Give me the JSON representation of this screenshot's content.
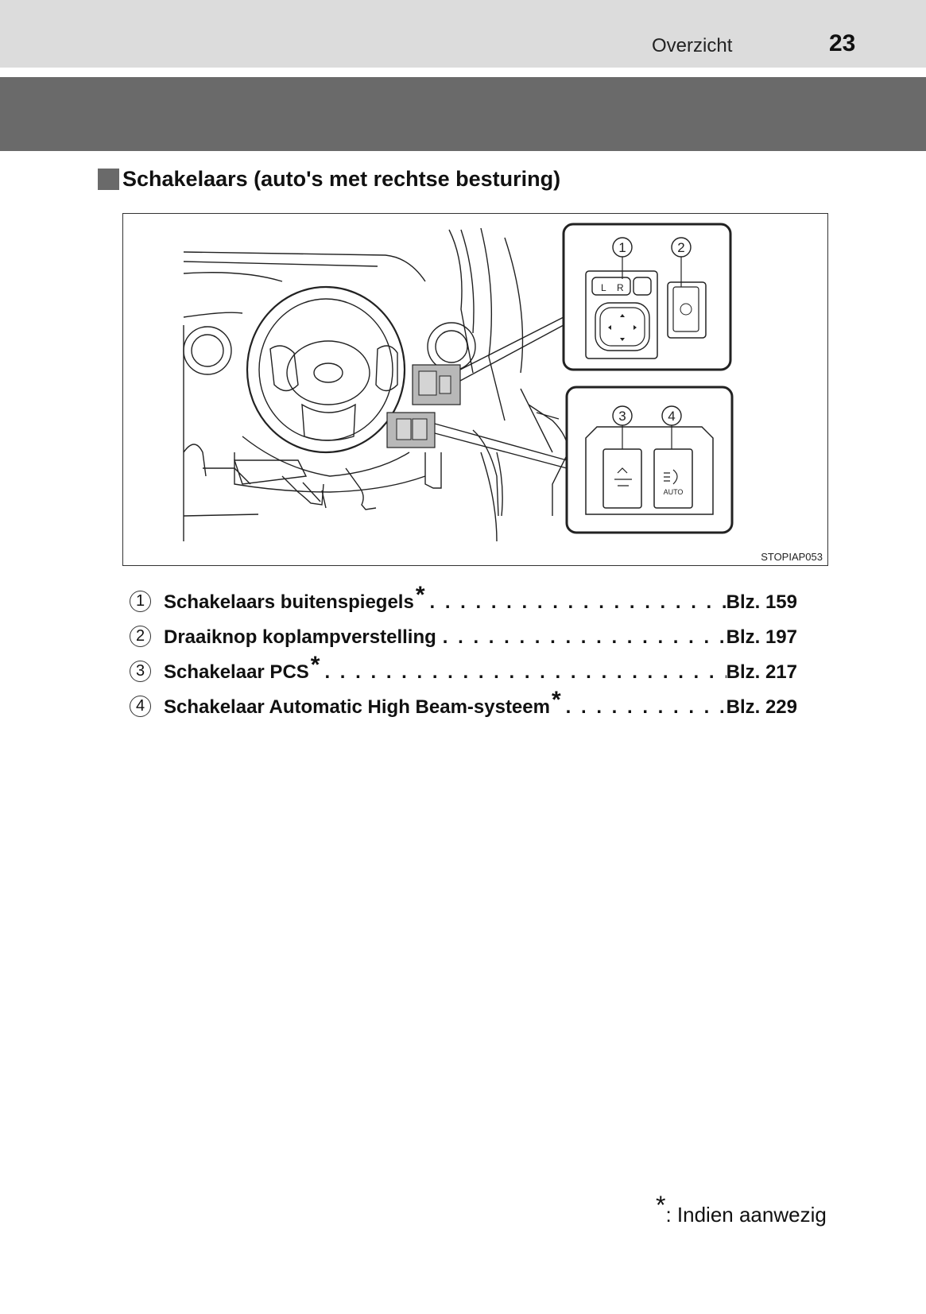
{
  "header": {
    "section": "Overzicht",
    "page_number": "23"
  },
  "heading": "Schakelaars (auto's met rechtse besturing)",
  "figure": {
    "code": "STOPIAP053",
    "callouts": [
      "1",
      "2",
      "3",
      "4"
    ],
    "mirror_switch_letters": [
      "L",
      "R"
    ],
    "ahb_switch_text": "AUTO"
  },
  "items": [
    {
      "num": "1",
      "label": "Schakelaars buitenspiegels",
      "star": "*",
      "page": "Blz. 159"
    },
    {
      "num": "2",
      "label": "Draaiknop koplampverstelling",
      "star": "",
      "page": "Blz. 197"
    },
    {
      "num": "3",
      "label": "Schakelaar PCS",
      "star": "*",
      "page": "Blz. 217"
    },
    {
      "num": "4",
      "label": "Schakelaar Automatic High Beam-systeem",
      "star": "*",
      "page": "Blz. 229"
    }
  ],
  "footnote": {
    "star": "*",
    "text": ": Indien aanwezig"
  }
}
